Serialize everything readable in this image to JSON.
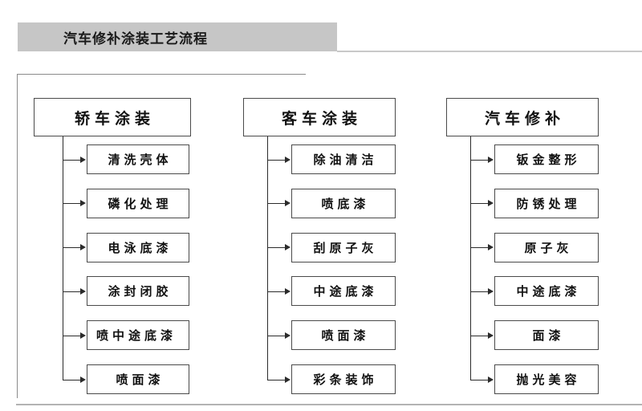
{
  "header": {
    "title": "汽车修补涂装工艺流程",
    "bar_color": "#c6c6c6",
    "rule_color": "#c9c9c9"
  },
  "diagram": {
    "type": "flowchart",
    "frame_color": "#8a8a8a",
    "box_border_color": "#4a4a4a",
    "connector_color": "#2b2b2b",
    "columns": [
      {
        "header": "轿车涂装",
        "items": [
          "清洗壳体",
          "磷化处理",
          "电泳底漆",
          "涂封闭胶",
          "喷中途底漆",
          "喷面漆"
        ]
      },
      {
        "header": "客车涂装",
        "items": [
          "除油清洁",
          "喷底漆",
          "刮原子灰",
          "中途底漆",
          "喷面漆",
          "彩条装饰"
        ]
      },
      {
        "header": "汽车修补",
        "items": [
          "钣金整形",
          "防锈处理",
          "原子灰",
          "中途底漆",
          "面漆",
          "抛光美容"
        ]
      }
    ]
  }
}
